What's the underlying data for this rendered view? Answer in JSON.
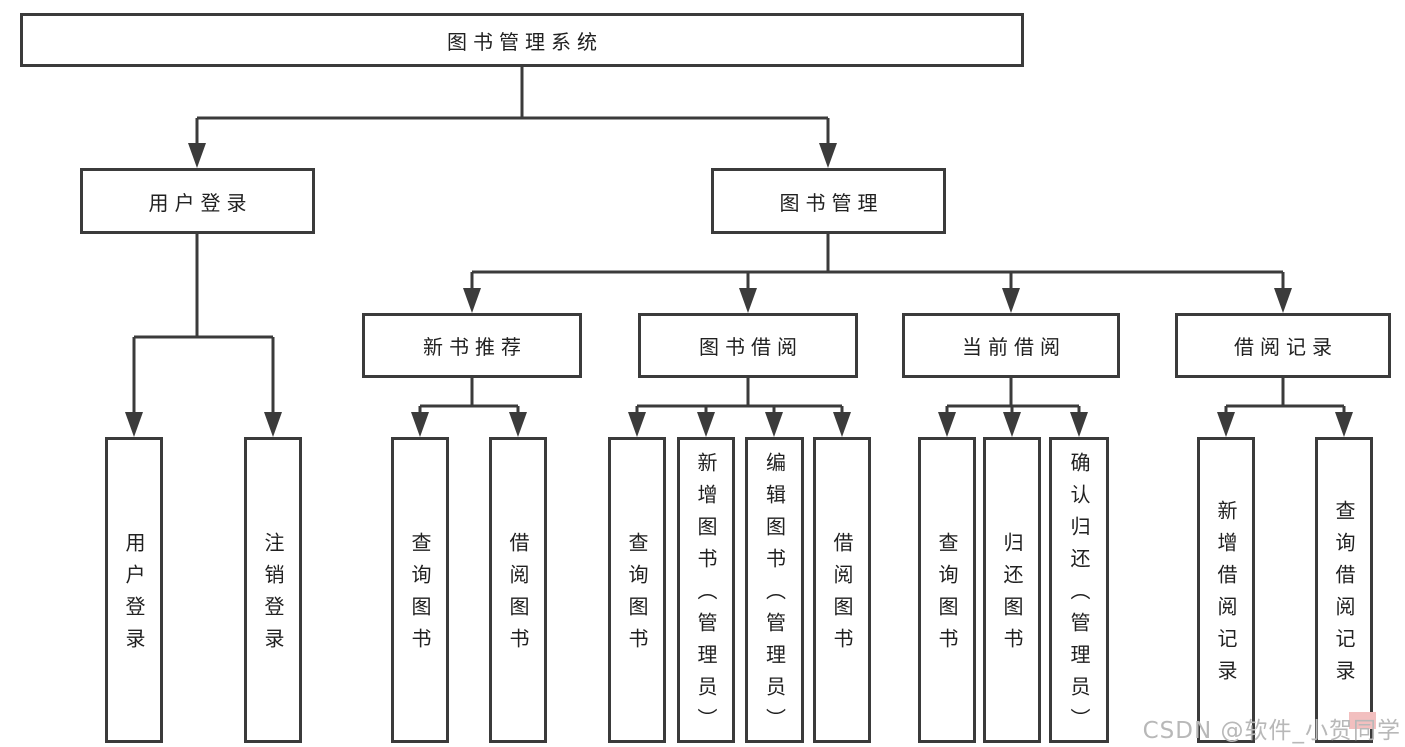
{
  "diagram": {
    "root": {
      "label": "图书管理系统"
    },
    "level2": [
      {
        "label": "用户登录",
        "children": [
          "用户登录",
          "注销登录"
        ]
      },
      {
        "label": "图书管理"
      }
    ],
    "level3": [
      {
        "label": "新书推荐",
        "children": [
          "查询图书",
          "借阅图书"
        ]
      },
      {
        "label": "图书借阅",
        "children": [
          "查询图书",
          "新增图书（管理员）",
          "编辑图书（管理员）",
          "借阅图书"
        ]
      },
      {
        "label": "当前借阅",
        "children": [
          "查询图书",
          "归还图书",
          "确认归还（管理员）"
        ]
      },
      {
        "label": "借阅记录",
        "children": [
          "新增借阅记录",
          "查询借阅记录"
        ]
      }
    ]
  },
  "watermark": {
    "text": "CSDN @软件_小贺同学"
  },
  "colors": {
    "line": "#3b3b3b",
    "text": "#212121",
    "background": "#ffffff",
    "watermark_text": "#b8b8b8",
    "watermark_highlight": "#f2bfbf"
  }
}
